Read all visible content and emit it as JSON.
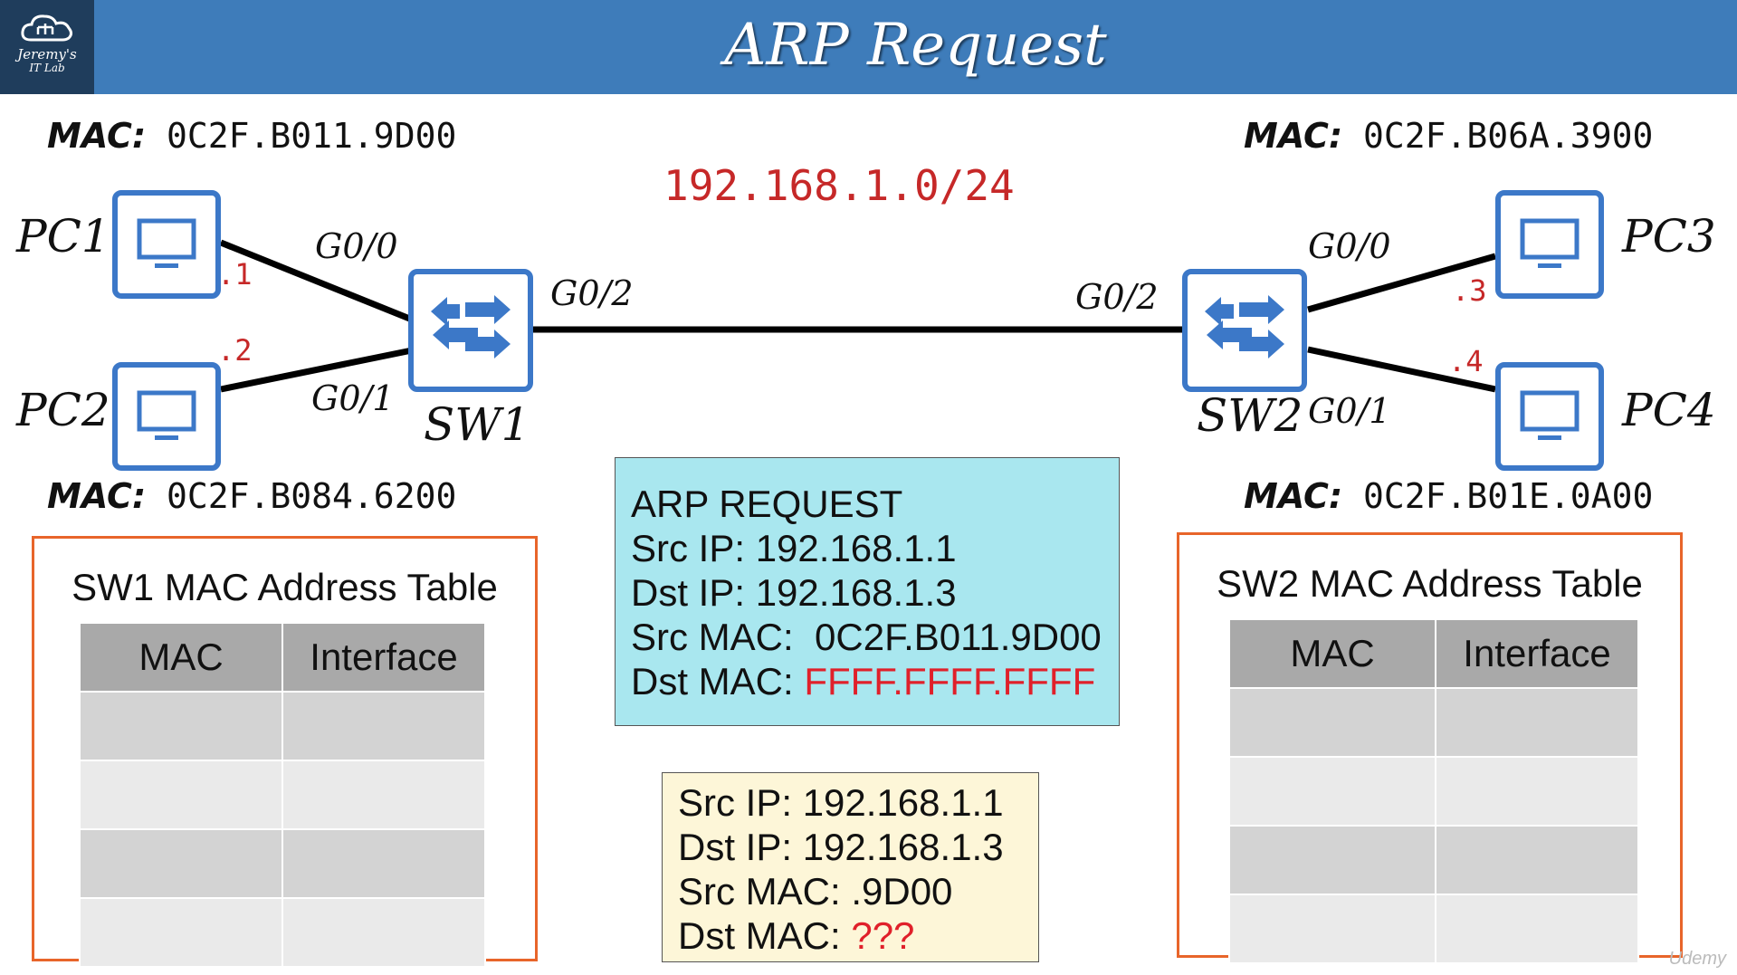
{
  "header": {
    "title": "ARP Request",
    "logo_line1": "Jeremy's",
    "logo_line2": "IT Lab"
  },
  "network": "192.168.1.0/24",
  "mac_key": "MAC:",
  "devices": {
    "pc1": {
      "name": "PC1",
      "mac": "0C2F.B011.9D00",
      "ip": ".1"
    },
    "pc2": {
      "name": "PC2",
      "mac": "0C2F.B084.6200",
      "ip": ".2"
    },
    "pc3": {
      "name": "PC3",
      "mac": "0C2F.B06A.3900",
      "ip": ".3"
    },
    "pc4": {
      "name": "PC4",
      "mac": "0C2F.B01E.0A00",
      "ip": ".4"
    },
    "sw1": {
      "name": "SW1",
      "g00": "G0/0",
      "g01": "G0/1",
      "g02": "G0/2"
    },
    "sw2": {
      "name": "SW2",
      "g00": "G0/0",
      "g01": "G0/1",
      "g02": "G0/2"
    }
  },
  "sw1_table": {
    "title": "SW1 MAC Address Table",
    "headers": [
      "MAC",
      "Interface"
    ]
  },
  "sw2_table": {
    "title": "SW2 MAC Address Table",
    "headers": [
      "MAC",
      "Interface"
    ]
  },
  "arp_request": {
    "heading": "ARP REQUEST",
    "src_ip_label": "Src IP:",
    "src_ip": "192.168.1.1",
    "dst_ip_label": "Dst IP:",
    "dst_ip": "192.168.1.3",
    "src_mac_label": "Src MAC:",
    "src_mac": "0C2F.B011.9D00",
    "dst_mac_label": "Dst MAC:",
    "dst_mac": "FFFF.FFFF.FFFF"
  },
  "frame": {
    "src_ip_label": "Src IP:",
    "src_ip": "192.168.1.1",
    "dst_ip_label": "Dst IP:",
    "dst_ip": "192.168.1.3",
    "src_mac_label": "Src MAC:",
    "src_mac": ".9D00",
    "dst_mac_label": "Dst MAC:",
    "dst_mac": "???"
  },
  "watermark": "Udemy",
  "colors": {
    "header": "#3e7cba",
    "device_border": "#3c78c8",
    "accent_red": "#c62828",
    "table_border": "#e8652a",
    "arp_box": "#a9e7ef",
    "frame_box": "#fdf6d8"
  }
}
